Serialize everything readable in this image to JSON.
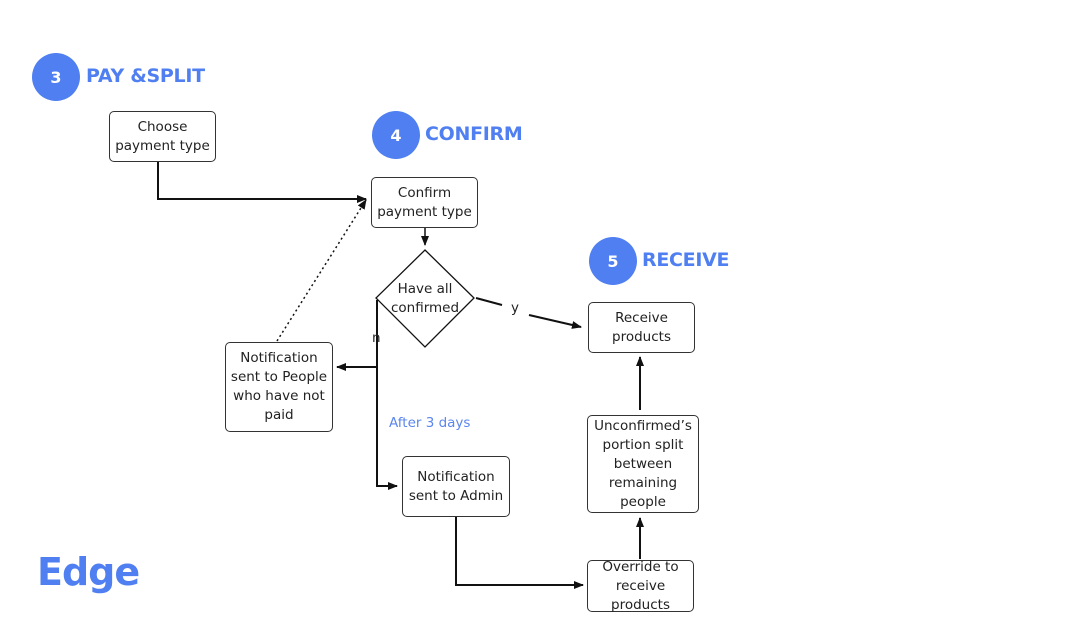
{
  "steps": {
    "pay": {
      "number": "3",
      "label": "PAY &SPLIT"
    },
    "confirm": {
      "number": "4",
      "label": "CONFIRM"
    },
    "receive": {
      "number": "5",
      "label": "RECEIVE"
    }
  },
  "nodes": {
    "choose_payment": "Choose\npayment type",
    "confirm_payment": "Confirm\npayment type",
    "have_all_confirmed": "Have all\nconfirmed",
    "notify_people": "Notification\nsent to People\nwho have not\npaid",
    "notify_admin": "Notification\nsent to Admin",
    "receive_products": "Receive\nproducts",
    "unconfirmed_split": "Unconfirmed’s\nportion split\nbetween\nremaining people",
    "override": "Override to\nreceive products"
  },
  "edge_labels": {
    "yes": "y",
    "no": "n",
    "after_days": "After 3 days"
  },
  "title": "Edge",
  "colors": {
    "accent": "#4f7ff0",
    "note": "#5b86ee",
    "line": "#111111"
  }
}
